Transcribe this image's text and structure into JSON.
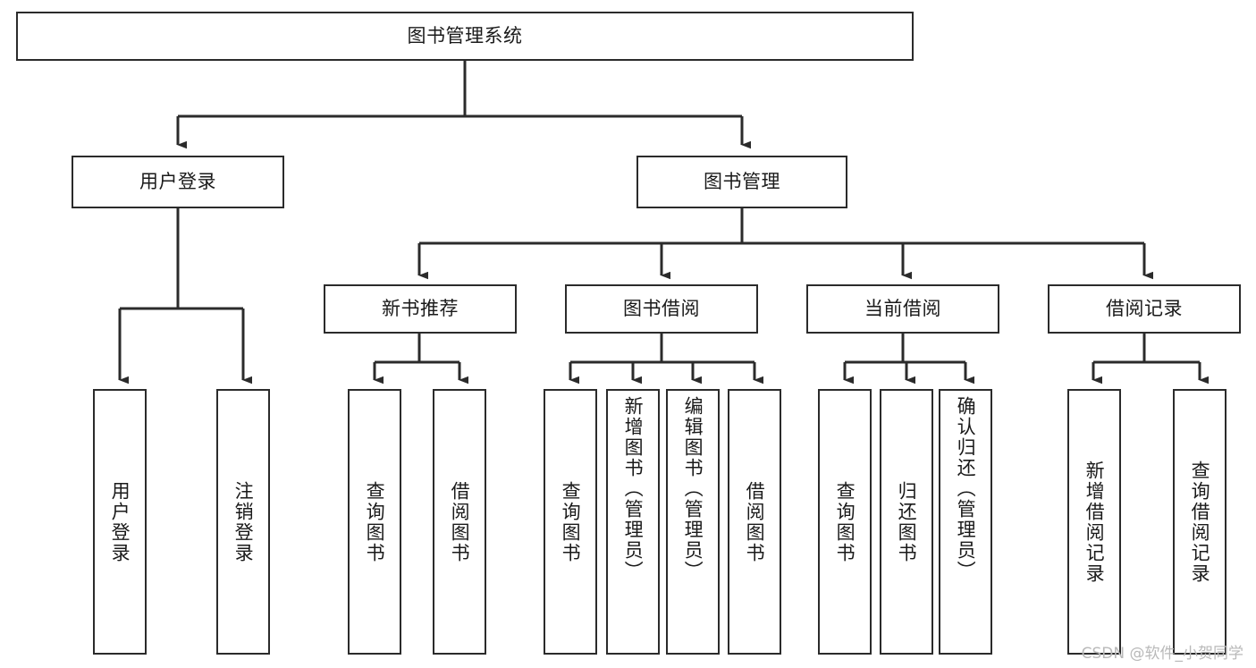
{
  "diagram": {
    "title": "图书管理系统",
    "type": "functional-structure-tree",
    "colors": {
      "stroke": "#2b2b2b",
      "fill": "#ffffff",
      "text": "#1a1a1a",
      "watermark": "#b9b9b9"
    },
    "root": {
      "id": "root",
      "label": "图书管理系统"
    },
    "level2": [
      {
        "id": "user-login",
        "label": "用户登录"
      },
      {
        "id": "book-manage",
        "label": "图书管理"
      }
    ],
    "level3": [
      {
        "id": "new-book-recommend",
        "label": "新书推荐"
      },
      {
        "id": "book-borrow",
        "label": "图书借阅"
      },
      {
        "id": "current-borrow",
        "label": "当前借阅"
      },
      {
        "id": "borrow-record",
        "label": "借阅记录"
      }
    ],
    "leaves": [
      {
        "id": "leaf-user-login",
        "label": "用户登录",
        "parent": "user-login"
      },
      {
        "id": "leaf-logout-login",
        "label": "注销登录",
        "parent": "user-login"
      },
      {
        "id": "leaf-query-book-1",
        "label": "查询图书",
        "parent": "new-book-recommend"
      },
      {
        "id": "leaf-borrow-book-1",
        "label": "借阅图书",
        "parent": "new-book-recommend"
      },
      {
        "id": "leaf-query-book-2",
        "label": "查询图书",
        "parent": "book-borrow"
      },
      {
        "id": "leaf-add-book",
        "label": "新增图书（管理员）",
        "parent": "book-borrow"
      },
      {
        "id": "leaf-edit-book",
        "label": "编辑图书（管理员）",
        "parent": "book-borrow"
      },
      {
        "id": "leaf-borrow-book-2",
        "label": "借阅图书",
        "parent": "book-borrow"
      },
      {
        "id": "leaf-query-book-3",
        "label": "查询图书",
        "parent": "current-borrow"
      },
      {
        "id": "leaf-return-book",
        "label": "归还图书",
        "parent": "current-borrow"
      },
      {
        "id": "leaf-confirm-return",
        "label": "确认归还（管理员）",
        "parent": "current-borrow"
      },
      {
        "id": "leaf-add-record",
        "label": "新增借阅记录",
        "parent": "borrow-record"
      },
      {
        "id": "leaf-query-record",
        "label": "查询借阅记录",
        "parent": "borrow-record"
      }
    ],
    "watermark": "CSDN @软件_小贺同学"
  }
}
